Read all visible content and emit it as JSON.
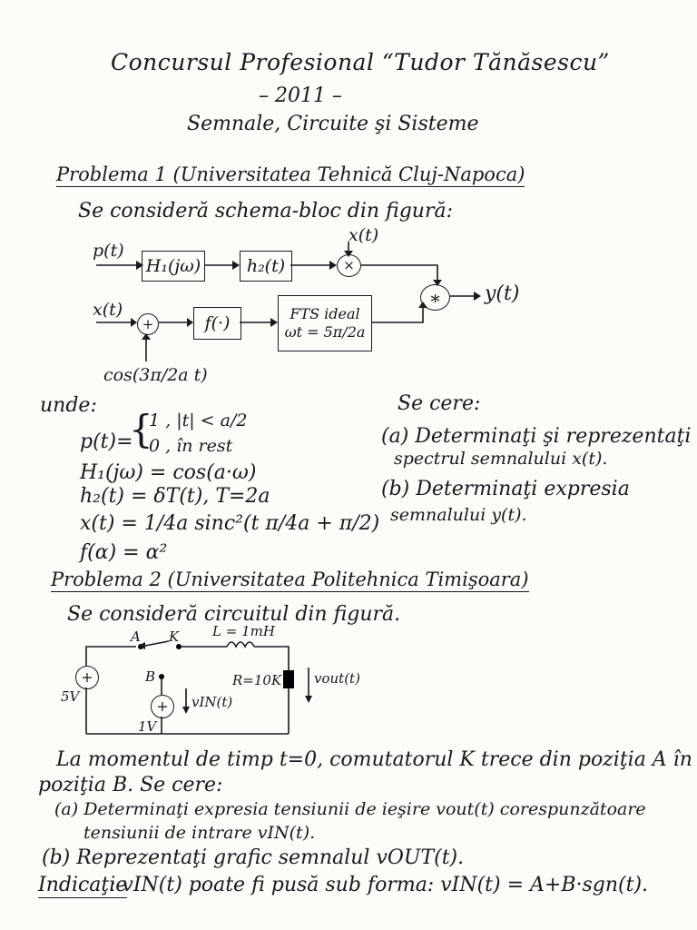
{
  "header": {
    "title": "Concursul Profesional “Tudor Tănăsescu”",
    "year": "– 2011 –",
    "subtitle": "Semnale, Circuite şi Sisteme"
  },
  "problem1": {
    "heading": "Problema 1 (Universitatea Tehnică Cluj-Napoca)",
    "intro": "Se consideră schema-bloc din figură:",
    "diagram": {
      "input_p": "p(t)",
      "block_H1": "H₁(jω)",
      "block_h2": "h₂(t)",
      "mult_input": "x(t)",
      "mult_symbol": "×",
      "conv_symbol": "∗",
      "output": "y(t)",
      "input_x": "x(t)",
      "sum_symbol": "+",
      "block_f": "f(·)",
      "block_fts_line1": "FTS ideal",
      "block_fts_line2": "ωt = 5π/2a",
      "cos_input": "cos(3π/2a t)"
    },
    "where_label": "unde:",
    "definitions": {
      "p_lhs": "p(t)=",
      "p_case1": "1 , |t| < a/2",
      "p_case2": "0 , în rest",
      "H1": "H₁(jω) = cos(a·ω)",
      "h2": "h₂(t) = δT(t), T=2a",
      "x": "x(t) = 1/4a sinc²(t π/4a + π/2)",
      "f": "f(α) = α²"
    },
    "requirements_label": "Se cere:",
    "req_a_line1": "(a) Determinaţi şi reprezentaţi",
    "req_a_line2": "spectrul semnalului x(t).",
    "req_b_line1": "(b) Determinaţi expresia",
    "req_b_line2": "semnalului y(t)."
  },
  "problem2": {
    "heading": "Problema 2 (Universitatea Politehnica Timişoara)",
    "intro": "Se consideră circuitul din figură.",
    "circuit": {
      "node_A": "A",
      "switch_K": "K",
      "inductor": "L = 1mH",
      "node_B": "B",
      "source_5v": "5V",
      "source_1v": "1V",
      "vin": "vIN(t)",
      "resistor": "R=10K",
      "vout": "vout(t)"
    },
    "text_line1": "La momentul de timp t=0, comutatorul K trece din poziţia A în",
    "text_line2": "poziţia B. Se cere:",
    "req_a_line1": "(a) Determinaţi expresia tensiunii de ieşire vout(t) corespunzătoare",
    "req_a_line2": "tensiunii de intrare vIN(t).",
    "req_b": "(b) Reprezentaţi grafic semnalul vOUT(t).",
    "hint_label": "Indicaţie",
    "hint_text": ": vIN(t) poate fi pusă sub forma: vIN(t) = A+B·sgn(t)."
  }
}
